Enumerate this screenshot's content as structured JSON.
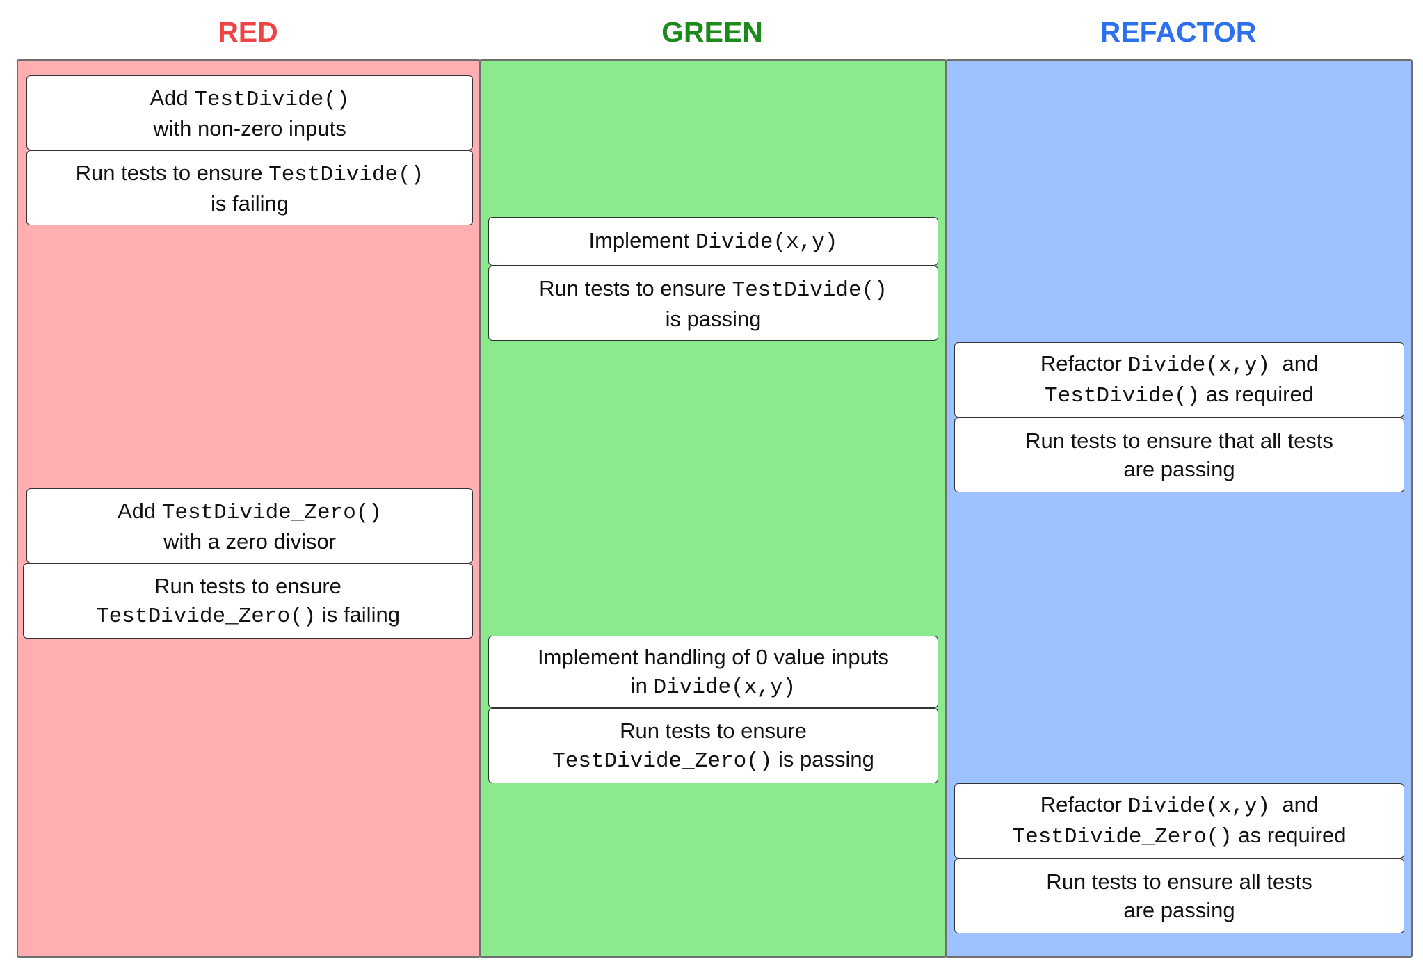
{
  "colors": {
    "red_heading": "#ef4444",
    "green_heading": "#1a8a1a",
    "refactor_heading": "#2e6ff2",
    "red_lane": "#ffaeb1",
    "green_lane": "#8aea8d",
    "refactor_lane": "#9ec2ff"
  },
  "lanes": {
    "red": {
      "title": "RED"
    },
    "green": {
      "title": "GREEN"
    },
    "refactor": {
      "title": "REFACTOR"
    }
  },
  "boxes": {
    "r1": {
      "l1a": "Add ",
      "l1code": "TestDivide()",
      "l2": "with non-zero inputs"
    },
    "r2": {
      "l1a": "Run tests to ensure ",
      "l1code": "TestDivide()",
      "l2": "is failing"
    },
    "r3": {
      "l1a": "Add ",
      "l1code": "TestDivide_Zero()",
      "l2": "with a zero divisor"
    },
    "r4": {
      "l1": "Run tests to ensure",
      "l2code": "TestDivide_Zero()",
      "l2b": " is failing"
    },
    "g1": {
      "l1a": "Implement ",
      "l1code": "Divide(x,y)"
    },
    "g2": {
      "l1a": "Run tests to ensure ",
      "l1code": "TestDivide()",
      "l2": "is passing"
    },
    "g3": {
      "l1": "Implement handling of 0 value inputs",
      "l2a": "in ",
      "l2code": "Divide(x,y)"
    },
    "g4": {
      "l1": "Run tests to ensure",
      "l2code": "TestDivide_Zero()",
      "l2b": " is passing"
    },
    "f1": {
      "l1a": "Refactor ",
      "l1code": "Divide(x,y)",
      "l1b": "  and",
      "l2code": "TestDivide()",
      "l2b": " as required"
    },
    "f2": {
      "l1": "Run tests to ensure that all tests",
      "l2": "are passing"
    },
    "f3": {
      "l1a": "Refactor ",
      "l1code": "Divide(x,y)",
      "l1b": "  and",
      "l2code": "TestDivide_Zero()",
      "l2b": " as required"
    },
    "f4": {
      "l1": "Run tests to ensure all tests",
      "l2": "are passing"
    }
  }
}
